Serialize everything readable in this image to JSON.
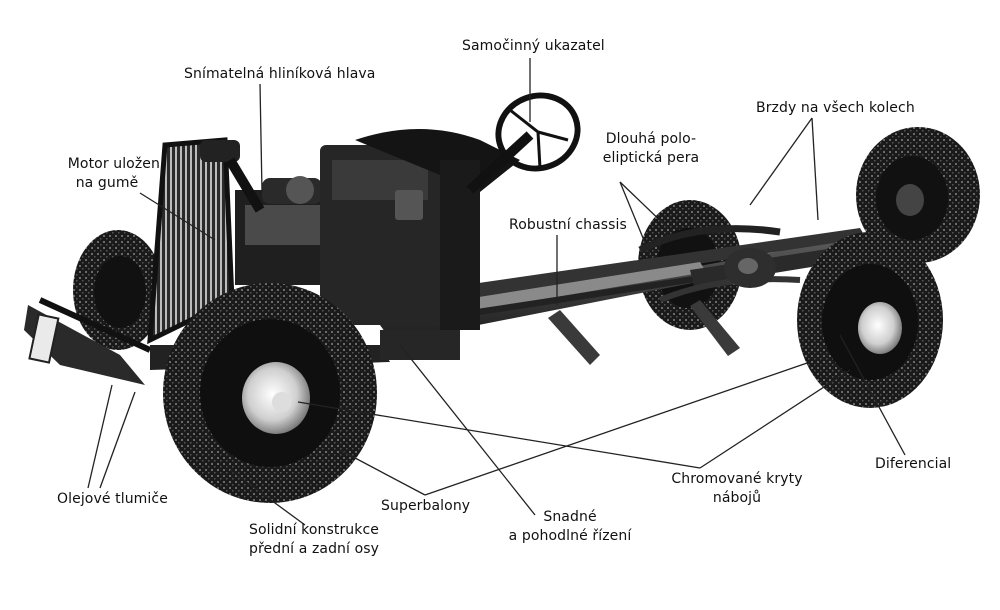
{
  "colors": {
    "background": "#ffffff",
    "ink": "#111111",
    "leader_line": "#222222"
  },
  "labels": {
    "samocinny": "Samočinný ukazatel",
    "hlava": "Snímatelná hliníková hlava",
    "motor_1": "Motor uložen",
    "motor_2": "na gumě",
    "brzdy": "Brzdy na všech kolech",
    "pera_1": "Dlouhá polo-",
    "pera_2": "eliptická pera",
    "chassis": "Robustní chassis",
    "diferencial": "Diferencial",
    "kryty_1": "Chromované kryty",
    "kryty_2": "nábojů",
    "tlumice": "Olejové tlumiče",
    "superbalony": "Superbalony",
    "rizeni_1": "Snadné",
    "rizeni_2": "a pohodlné řízení",
    "osy_1": "Solidní konstrukce",
    "osy_2": "přední a zadní osy"
  }
}
